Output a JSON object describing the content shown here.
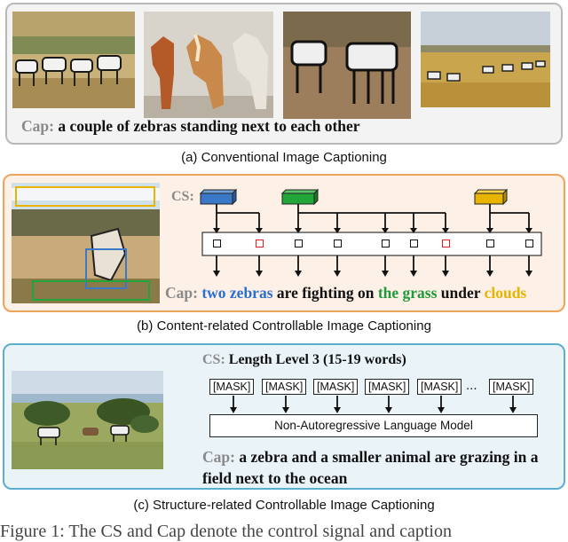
{
  "panel_a": {
    "cap_label": "Cap:",
    "cap_text": "a couple of zebras standing next to each other",
    "section_caption": "(a) Conventional Image Captioning"
  },
  "panel_b": {
    "cs_label": "CS:",
    "cap_label": "Cap:",
    "cap_words": [
      {
        "text": "two zebras",
        "color": "#2a6fd6"
      },
      {
        "text": " are fighting on ",
        "color": "#111111"
      },
      {
        "text": "the grass",
        "color": "#1f9a3a"
      },
      {
        "text": " under ",
        "color": "#111111"
      },
      {
        "text": "clouds",
        "color": "#e8b400"
      }
    ],
    "section_caption": "(b) Content-related Controllable Image Captioning",
    "colors": {
      "blue": "#3a78c8",
      "green": "#22a63a",
      "yellow": "#e8b400",
      "red": "#d9201f",
      "panel_border": "#f0a35a",
      "panel_bg": "#fdf0e6"
    }
  },
  "panel_c": {
    "cs_label": "CS:",
    "cs_text": "Length Level 3 (15-19 words)",
    "masks": [
      "[MASK]",
      "[MASK]",
      "[MASK]",
      "[MASK]",
      "[MASK]",
      "[MASK]"
    ],
    "ellipsis": "...",
    "model_label": "Non-Autoregressive Language Model",
    "cap_label": "Cap:",
    "cap_line1": "a zebra and a smaller animal are grazing in a",
    "cap_line2": "field next to the ocean",
    "section_caption": "(c) Structure-related Controllable Image Captioning",
    "colors": {
      "panel_border": "#5aaed0",
      "panel_bg": "#eaf4f8"
    }
  },
  "footer_text": "Figure 1: The CS and Cap denote the control signal and caption"
}
